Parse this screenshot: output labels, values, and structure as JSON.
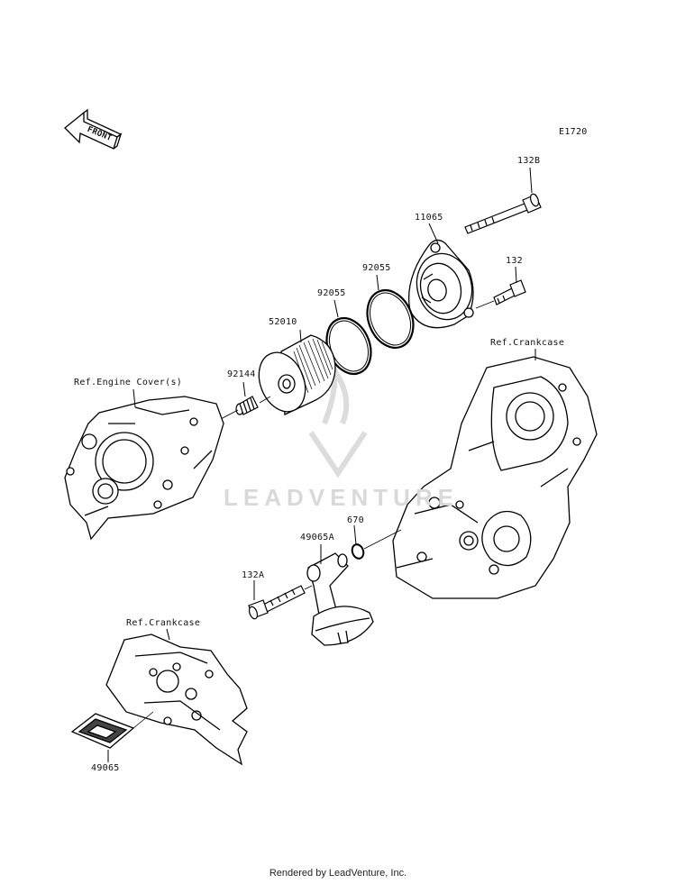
{
  "diagram_code": "E1720",
  "front_arrow_label": "FRONT",
  "watermark_text": "LEADVENTURE",
  "footer_text": "Rendered by LeadVenture, Inc.",
  "parts": {
    "bolt_132B": "132B",
    "cover_11065": "11065",
    "oring_92055_outer": "92055",
    "oring_92055_inner": "92055",
    "bolt_132": "132",
    "filter_52010": "52010",
    "spring_92144": "92144",
    "oring_670": "670",
    "strainer_49065A": "49065A",
    "bolt_132A": "132A",
    "screen_49065": "49065"
  },
  "references": {
    "engine_cover": "Ref.Engine Cover(s)",
    "crankcase_right": "Ref.Crankcase",
    "crankcase_left": "Ref.Crankcase"
  }
}
